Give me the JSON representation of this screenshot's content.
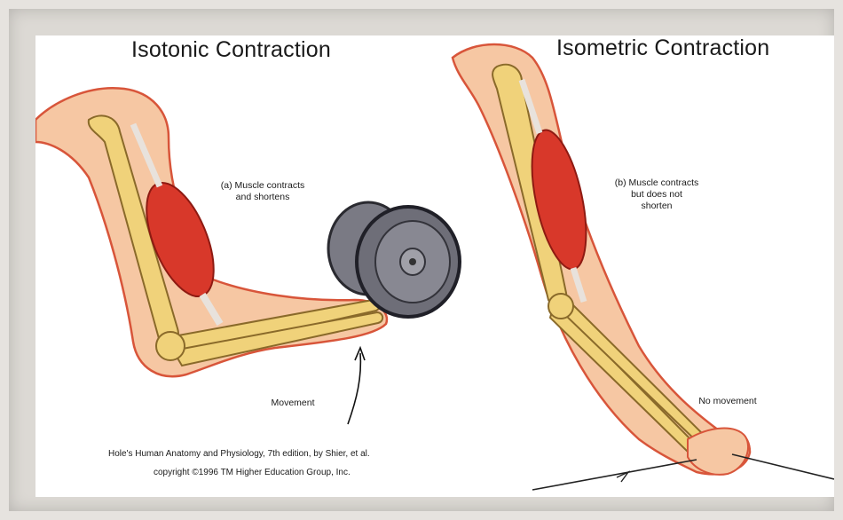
{
  "figure": {
    "left_title": "Isotonic Contraction",
    "right_title": "Isometric Contraction",
    "left_caption": "(a) Muscle contracts\nand shortens",
    "right_caption": "(b) Muscle contracts\nbut does not\nshorten",
    "left_movement_label": "Movement",
    "right_movement_label": "No movement",
    "credit_line_1": "Hole's Human Anatomy and Physiology, 7th edition, by Shier, et al.",
    "credit_line_2": "copyright ©1996 TM Higher Education Group, Inc."
  },
  "colors": {
    "skin": "#f6c7a3",
    "skin_outline": "#d8553a",
    "bone": "#f0d27a",
    "bone_outline": "#8a6a2a",
    "muscle": "#d8382a",
    "weight": "#6e6e78"
  }
}
